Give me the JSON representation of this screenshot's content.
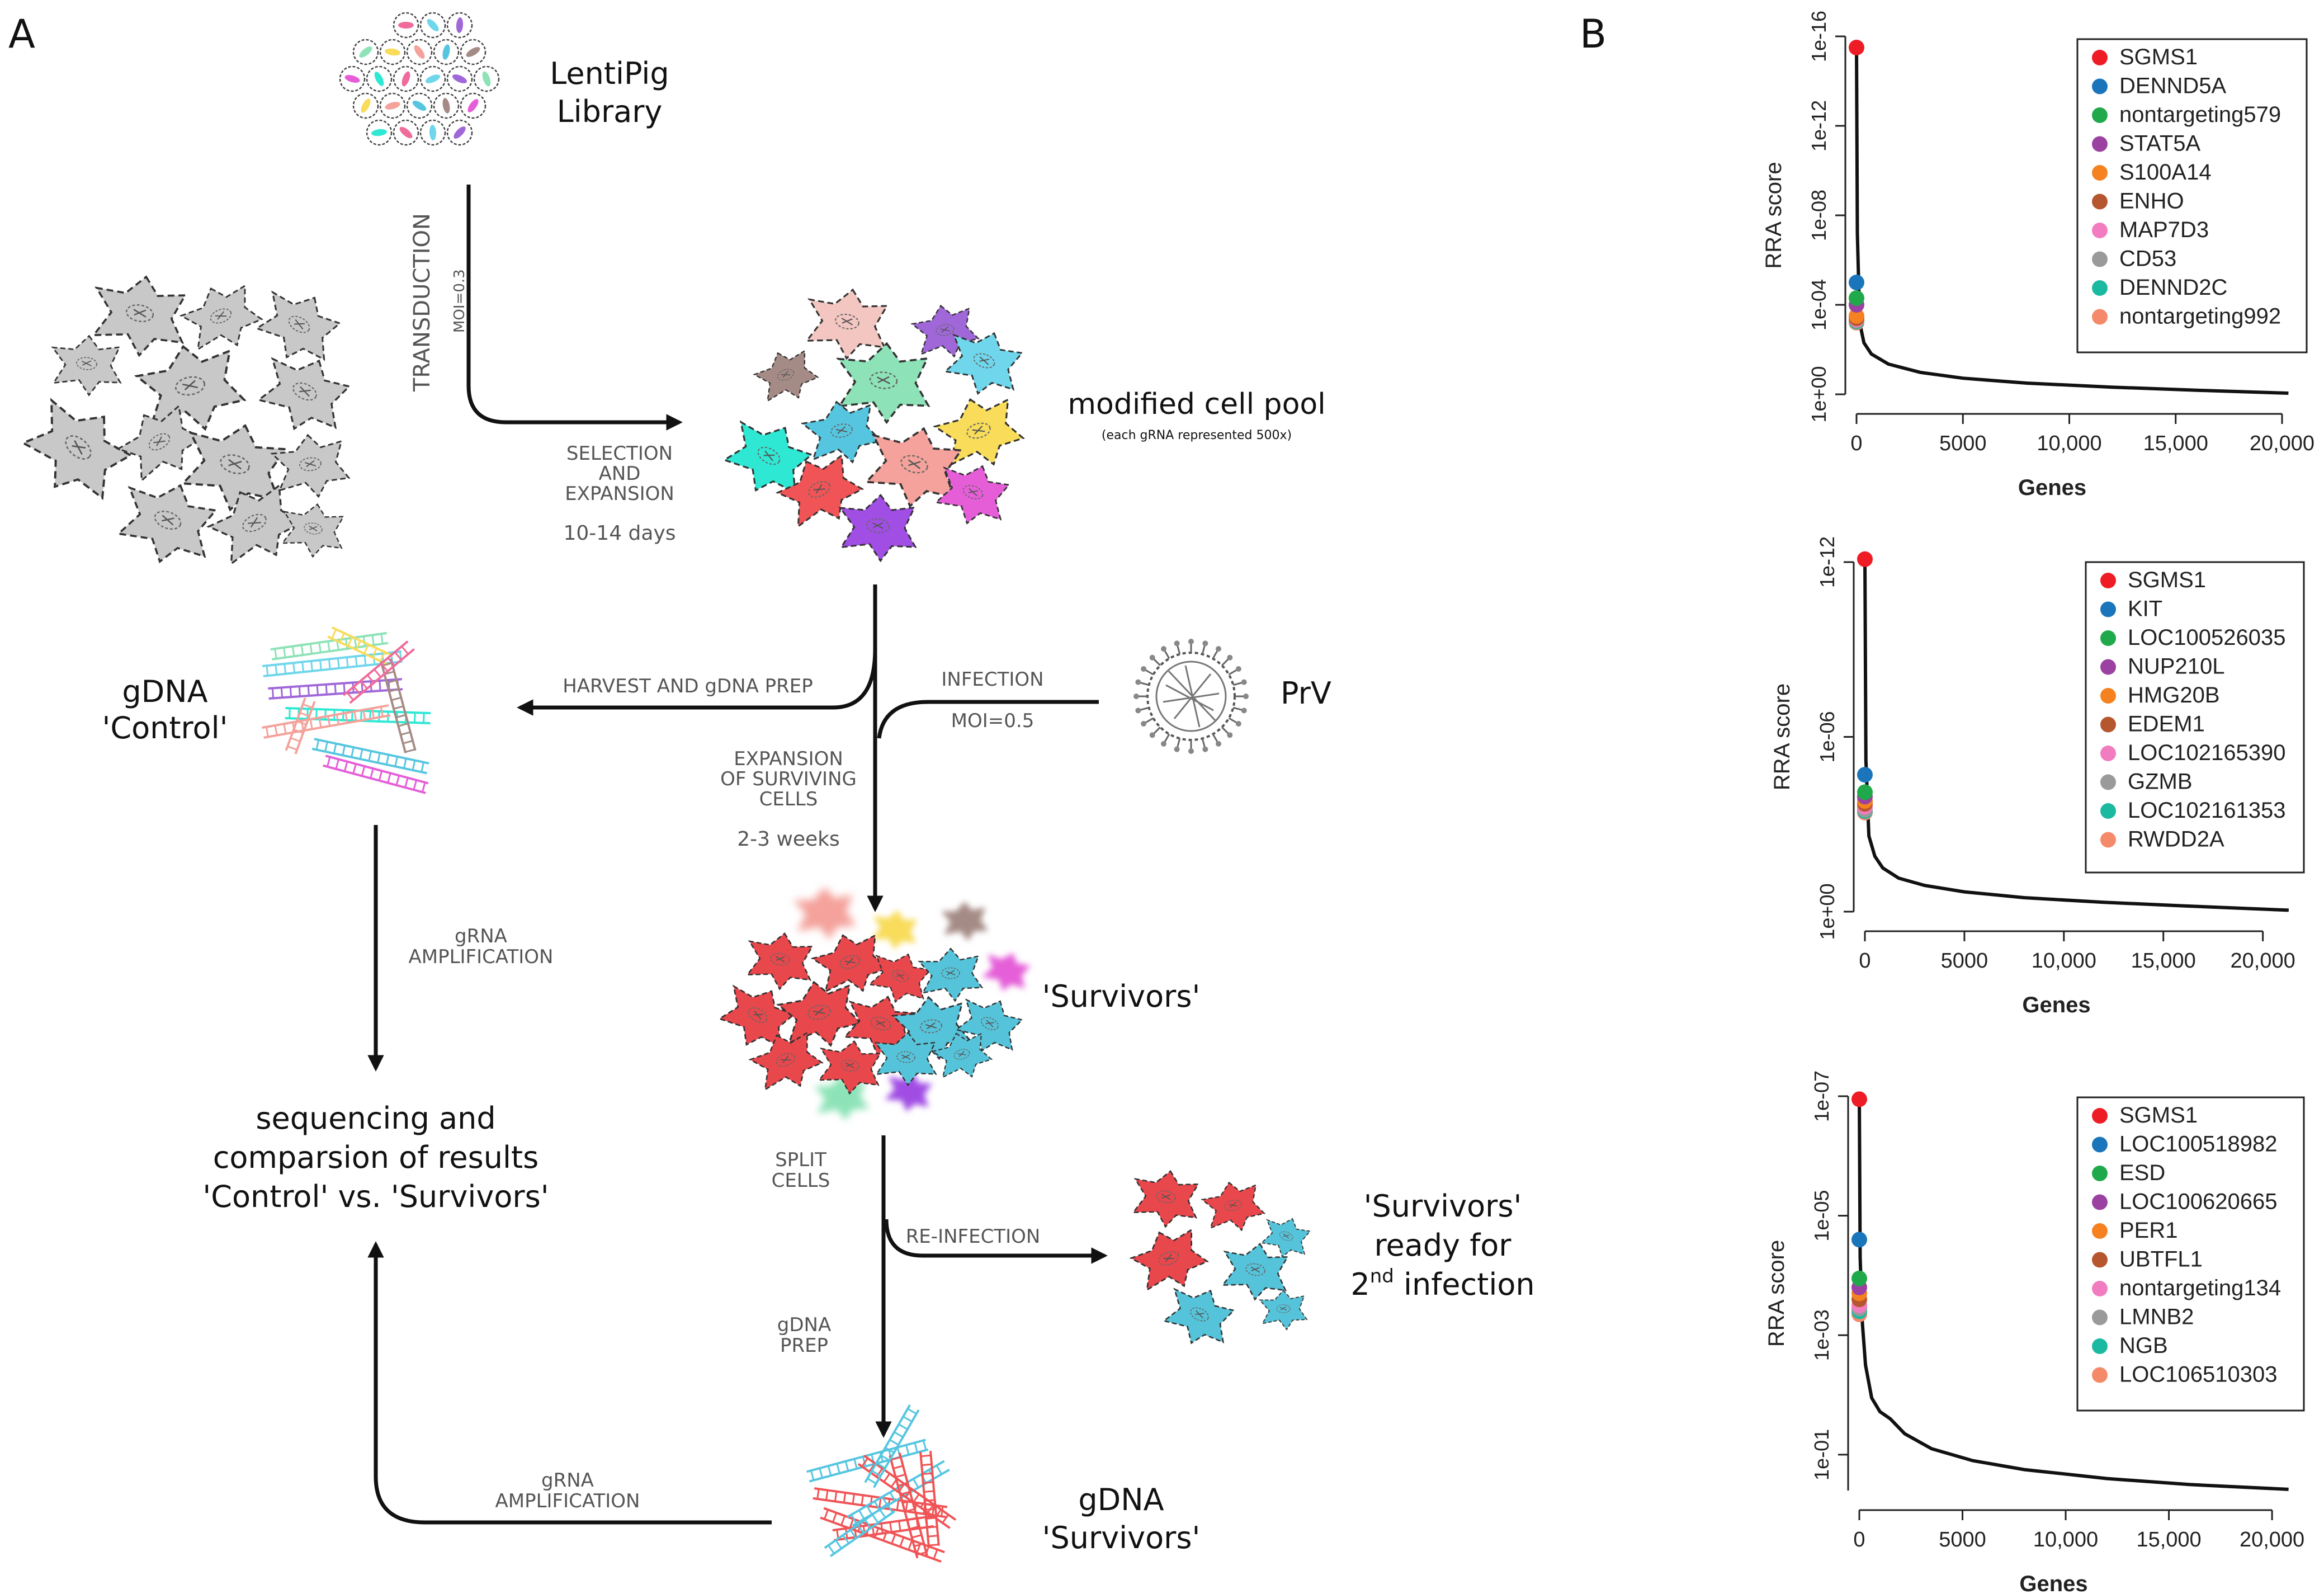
{
  "panel_labels": {
    "a": "A",
    "b": "B"
  },
  "diagram": {
    "library_line1": "LentiPig",
    "library_line2": "Library",
    "transduction": "TRANSDUCTION",
    "moi1": "MOI=0.3",
    "selection_line1": "SELECTION",
    "selection_line2": "AND",
    "selection_line3": "EXPANSION",
    "days": "10-14 days",
    "modified_pool": "modified cell pool",
    "modified_pool_sub": "(each gRNA represented 500x)",
    "harvest": "HARVEST AND gDNA PREP",
    "infection": "INFECTION",
    "moi2": "MOI=0.5",
    "prv": "PrV",
    "gdna_control_line1": "gDNA",
    "gdna_control_line2": "'Control'",
    "expansion_line1": "EXPANSION",
    "expansion_line2": "OF SURVIVING",
    "expansion_line3": "CELLS",
    "weeks": "2-3 weeks",
    "grna_amp_line1": "gRNA",
    "grna_amp_line2": "AMPLIFICATION",
    "survivors": "'Survivors'",
    "sequencing_line1": "sequencing and",
    "sequencing_line2": "comparsion of results",
    "sequencing_line3": "'Control' vs. 'Survivors'",
    "split_line1": "SPLIT",
    "split_line2": "CELLS",
    "reinfection": "RE-INFECTION",
    "ready_line1": "'Survivors'",
    "ready_line2": "ready for",
    "ready_line3_a": "2",
    "ready_line3_sup": "nd",
    "ready_line3_b": " infection",
    "gdna_prep_line1": "gDNA",
    "gdna_prep_line2": "PREP",
    "grna_amp2_line1": "gRNA",
    "grna_amp2_line2": "AMPLIFICATION",
    "gdna_surv_line1": "gDNA",
    "gdna_surv_line2": "'Survivors'",
    "cell_colors": {
      "gray": "#c8c8c8",
      "pink": "#f3c6c1",
      "purple": "#a067d8",
      "cyan": "#6fd6ec",
      "brown": "#a58b85",
      "mint": "#8de3b7",
      "yellow": "#f8dc5a",
      "teal": "#2fe8d4",
      "blue": "#56c6e0",
      "red": "#f05456",
      "salmon": "#f4a29b",
      "magenta": "#e55ed8",
      "violet": "#a14ee4",
      "survivor_red": "#e8474c",
      "survivor_blue": "#55c3d9"
    }
  },
  "chart_data": [
    {
      "type": "line",
      "xlabel": "Genes",
      "ylabel": "RRA score",
      "x_ticks": [
        "0",
        "5000",
        "10,000",
        "15,000",
        "20,000"
      ],
      "x_tick_values": [
        0,
        5000,
        10000,
        15000,
        20000
      ],
      "y_ticks": [
        "1e+00",
        "1e-04",
        "1e-08",
        "1e-12",
        "1e-16"
      ],
      "xlim": [
        0,
        20500
      ],
      "ylim_exponent": [
        0,
        16
      ],
      "curve_exponent": [
        [
          0,
          15.5
        ],
        [
          40,
          7.2
        ],
        [
          150,
          3.2
        ],
        [
          350,
          2.3
        ],
        [
          700,
          1.8
        ],
        [
          1500,
          1.35
        ],
        [
          3000,
          0.98
        ],
        [
          5000,
          0.72
        ],
        [
          8000,
          0.5
        ],
        [
          12000,
          0.32
        ],
        [
          16000,
          0.18
        ],
        [
          20300,
          0.05
        ]
      ],
      "points": [
        {
          "gene": "SGMS1",
          "color": "#ee1c25",
          "x": 0,
          "exponent": 15.5
        },
        {
          "gene": "DENND5A",
          "color": "#1b75bb",
          "x": 0,
          "exponent": 5.0
        },
        {
          "gene": "nontargeting579",
          "color": "#20a94a",
          "x": 0,
          "exponent": 4.3
        },
        {
          "gene": "STAT5A",
          "color": "#9b41a2",
          "x": 0,
          "exponent": 4.0
        },
        {
          "gene": "S100A14",
          "color": "#f58120",
          "x": 0,
          "exponent": 3.5
        },
        {
          "gene": "ENHO",
          "color": "#b5562e",
          "x": 0,
          "exponent": 3.4
        },
        {
          "gene": "MAP7D3",
          "color": "#f27cc0",
          "x": 0,
          "exponent": 3.35
        },
        {
          "gene": "CD53",
          "color": "#9a9a9a",
          "x": 0,
          "exponent": 3.3
        },
        {
          "gene": "DENND2C",
          "color": "#1cb9a1",
          "x": 0,
          "exponent": 3.25
        },
        {
          "gene": "nontargeting992",
          "color": "#f48a69",
          "x": 0,
          "exponent": 3.2
        }
      ],
      "legend": [
        "SGMS1",
        "DENND5A",
        "nontargeting579",
        "STAT5A",
        "S100A14",
        "ENHO",
        "MAP7D3",
        "CD53",
        "DENND2C",
        "nontargeting992"
      ],
      "legend_position": "top-right"
    },
    {
      "type": "line",
      "xlabel": "Genes",
      "ylabel": "RRA score",
      "x_ticks": [
        "0",
        "5000",
        "10,000",
        "15,000",
        "20,000"
      ],
      "x_tick_values": [
        0,
        5000,
        10000,
        15000,
        20000
      ],
      "y_ticks": [
        "1e+00",
        "1e-06",
        "1e-12"
      ],
      "xlim": [
        0,
        21500
      ],
      "ylim_exponent": [
        0,
        12
      ],
      "curve_exponent": [
        [
          0,
          12.1
        ],
        [
          50,
          5.2
        ],
        [
          200,
          2.6
        ],
        [
          500,
          1.9
        ],
        [
          900,
          1.5
        ],
        [
          1700,
          1.15
        ],
        [
          3000,
          0.9
        ],
        [
          5000,
          0.68
        ],
        [
          8000,
          0.48
        ],
        [
          12000,
          0.32
        ],
        [
          16000,
          0.2
        ],
        [
          21300,
          0.05
        ]
      ],
      "points": [
        {
          "gene": "SGMS1",
          "color": "#ee1c25",
          "x": 0,
          "exponent": 12.1
        },
        {
          "gene": "KIT",
          "color": "#1b75bb",
          "x": 0,
          "exponent": 4.7
        },
        {
          "gene": "LOC100526035",
          "color": "#20a94a",
          "x": 0,
          "exponent": 4.1
        },
        {
          "gene": "NUP210L",
          "color": "#9b41a2",
          "x": 0,
          "exponent": 3.95
        },
        {
          "gene": "HMG20B",
          "color": "#f58120",
          "x": 0,
          "exponent": 3.8
        },
        {
          "gene": "EDEM1",
          "color": "#b5562e",
          "x": 0,
          "exponent": 3.7
        },
        {
          "gene": "LOC102165390",
          "color": "#f27cc0",
          "x": 0,
          "exponent": 3.6
        },
        {
          "gene": "GZMB",
          "color": "#9a9a9a",
          "x": 0,
          "exponent": 3.5
        },
        {
          "gene": "LOC102161353",
          "color": "#1cb9a1",
          "x": 0,
          "exponent": 3.45
        },
        {
          "gene": "RWDD2A",
          "color": "#f48a69",
          "x": 0,
          "exponent": 3.4
        }
      ],
      "legend": [
        "SGMS1",
        "KIT",
        "LOC100526035",
        "NUP210L",
        "HMG20B",
        "EDEM1",
        "LOC102165390",
        "GZMB",
        "LOC102161353",
        "RWDD2A"
      ],
      "legend_position": "top-right"
    },
    {
      "type": "line",
      "xlabel": "Genes",
      "ylabel": "RRA score",
      "x_ticks": [
        "0",
        "5000",
        "10,000",
        "15,000",
        "20,000"
      ],
      "x_tick_values": [
        0,
        5000,
        10000,
        15000,
        20000
      ],
      "y_ticks": [
        "1e-01",
        "1e-03",
        "1e-05",
        "1e-07"
      ],
      "xlim": [
        0,
        21000
      ],
      "ylim_exponent": [
        0.4,
        7
      ],
      "curve_exponent": [
        [
          0,
          7.0
        ],
        [
          40,
          4.3
        ],
        [
          150,
          3.2
        ],
        [
          300,
          2.5
        ],
        [
          600,
          1.95
        ],
        [
          1000,
          1.72
        ],
        [
          1500,
          1.6
        ],
        [
          2200,
          1.35
        ],
        [
          3500,
          1.1
        ],
        [
          5500,
          0.9
        ],
        [
          8000,
          0.75
        ],
        [
          12000,
          0.6
        ],
        [
          16000,
          0.5
        ],
        [
          20800,
          0.42
        ]
      ],
      "points": [
        {
          "gene": "SGMS1",
          "color": "#ee1c25",
          "x": 0,
          "exponent": 6.95
        },
        {
          "gene": "LOC100518982",
          "color": "#1b75bb",
          "x": 0,
          "exponent": 4.6
        },
        {
          "gene": "ESD",
          "color": "#20a94a",
          "x": 0,
          "exponent": 3.95
        },
        {
          "gene": "LOC100620665",
          "color": "#9b41a2",
          "x": 0,
          "exponent": 3.8
        },
        {
          "gene": "PER1",
          "color": "#f58120",
          "x": 0,
          "exponent": 3.7
        },
        {
          "gene": "UBTFL1",
          "color": "#b5562e",
          "x": 0,
          "exponent": 3.6
        },
        {
          "gene": "nontargeting134",
          "color": "#f27cc0",
          "x": 0,
          "exponent": 3.5
        },
        {
          "gene": "LMNB2",
          "color": "#9a9a9a",
          "x": 0,
          "exponent": 3.45
        },
        {
          "gene": "NGB",
          "color": "#1cb9a1",
          "x": 0,
          "exponent": 3.4
        },
        {
          "gene": "LOC106510303",
          "color": "#f48a69",
          "x": 0,
          "exponent": 3.35
        }
      ],
      "legend": [
        "SGMS1",
        "LOC100518982",
        "ESD",
        "LOC100620665",
        "PER1",
        "UBTFL1",
        "nontargeting134",
        "LMNB2",
        "NGB",
        "LOC106510303"
      ],
      "legend_position": "top-right"
    }
  ]
}
